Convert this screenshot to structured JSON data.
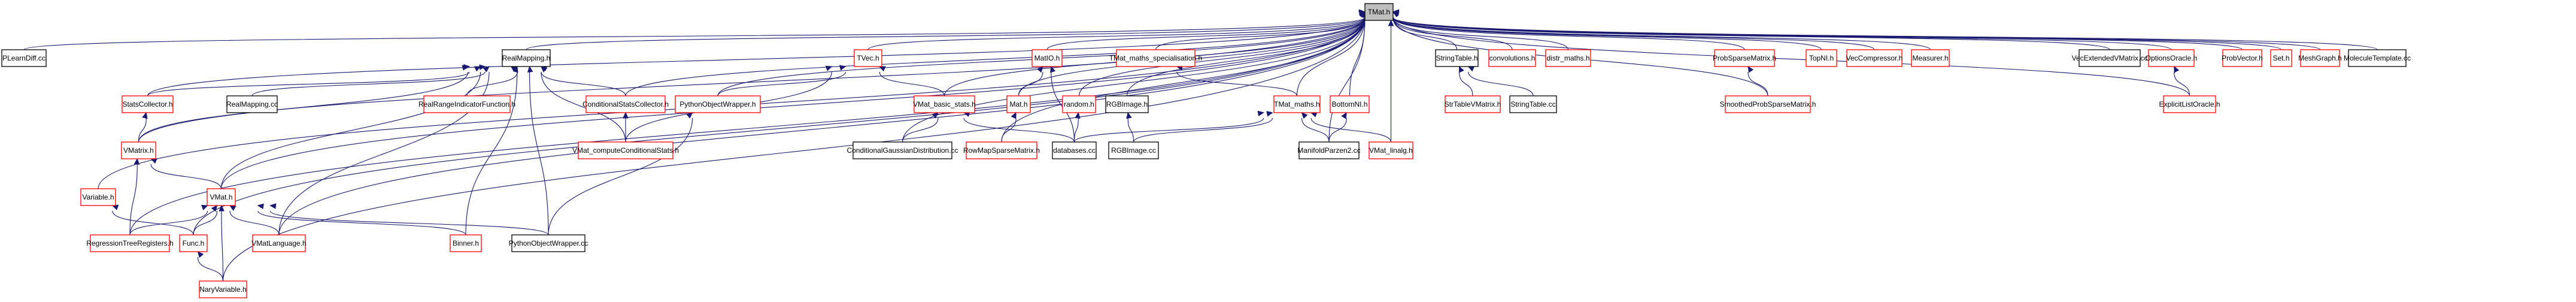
{
  "diagram": {
    "type": "include-dependency-graph",
    "root": "TMat.h",
    "colors": {
      "edge": "#191970",
      "root_fill": "#bfbfbf",
      "root_border": "#000000",
      "documented_border": "#000000",
      "undocumented_border": "#ff0000",
      "node_fill": "#ffffff"
    },
    "nodes": [
      {
        "id": "TMat.h",
        "label": "TMat.h",
        "style": "root"
      },
      {
        "id": "PLearnDiff.cc",
        "label": "PLearnDiff.cc",
        "style": "black"
      },
      {
        "id": "RealMapping.h",
        "label": "RealMapping.h",
        "style": "black"
      },
      {
        "id": "TVec.h",
        "label": "TVec.h",
        "style": "red"
      },
      {
        "id": "MatIO.h",
        "label": "MatIO.h",
        "style": "red"
      },
      {
        "id": "TMat_maths_specialisation.h",
        "label": "TMat_maths_specialisation.h",
        "style": "red"
      },
      {
        "id": "StringTable.h",
        "label": "StringTable.h",
        "style": "black"
      },
      {
        "id": "convolutions.h",
        "label": "convolutions.h",
        "style": "red"
      },
      {
        "id": "distr_maths.h",
        "label": "distr_maths.h",
        "style": "red"
      },
      {
        "id": "ProbSparseMatrix.h",
        "label": "ProbSparseMatrix.h",
        "style": "red"
      },
      {
        "id": "TopNI.h",
        "label": "TopNI.h",
        "style": "red"
      },
      {
        "id": "VecCompressor.h",
        "label": "VecCompressor.h",
        "style": "red"
      },
      {
        "id": "Measurer.h",
        "label": "Measurer.h",
        "style": "red"
      },
      {
        "id": "VecExtendedVMatrix.cc",
        "label": "VecExtendedVMatrix.cc",
        "style": "black"
      },
      {
        "id": "OptionsOracle.h",
        "label": "OptionsOracle.h",
        "style": "red"
      },
      {
        "id": "ProbVector.h",
        "label": "ProbVector.h",
        "style": "red"
      },
      {
        "id": "Set.h",
        "label": "Set.h",
        "style": "red"
      },
      {
        "id": "MeshGraph.h",
        "label": "MeshGraph.h",
        "style": "red"
      },
      {
        "id": "MoleculeTemplate.cc",
        "label": "MoleculeTemplate.cc",
        "style": "black"
      },
      {
        "id": "StatsCollector.h",
        "label": "StatsCollector.h",
        "style": "red"
      },
      {
        "id": "RealMapping.cc",
        "label": "RealMapping.cc",
        "style": "black"
      },
      {
        "id": "RealRangeIndicatorFunction.h",
        "label": "RealRangeIndicatorFunction.h",
        "style": "red"
      },
      {
        "id": "ConditionalStatsCollector.h",
        "label": "ConditionalStatsCollector.h",
        "style": "red"
      },
      {
        "id": "PythonObjectWrapper.h",
        "label": "PythonObjectWrapper.h",
        "style": "red"
      },
      {
        "id": "VMat_basic_stats.h",
        "label": "VMat_basic_stats.h",
        "style": "red"
      },
      {
        "id": "Mat.h",
        "label": "Mat.h",
        "style": "red"
      },
      {
        "id": "random.h",
        "label": "random.h",
        "style": "red"
      },
      {
        "id": "RGBImage.h",
        "label": "RGBImage.h",
        "style": "black"
      },
      {
        "id": "TMat_maths.h",
        "label": "TMat_maths.h",
        "style": "red"
      },
      {
        "id": "BottomNI.h",
        "label": "BottomNI.h",
        "style": "red"
      },
      {
        "id": "StrTableVMatrix.h",
        "label": "StrTableVMatrix.h",
        "style": "red"
      },
      {
        "id": "StringTable.cc",
        "label": "StringTable.cc",
        "style": "black"
      },
      {
        "id": "SmoothedProbSparseMatrix.h",
        "label": "SmoothedProbSparseMatrix.h",
        "style": "red"
      },
      {
        "id": "ExplicitListOracle.h",
        "label": "ExplicitListOracle.h",
        "style": "red"
      },
      {
        "id": "VMatrix.h",
        "label": "VMatrix.h",
        "style": "red"
      },
      {
        "id": "VMat_computeConditionalStats.h",
        "label": "VMat_computeConditionalStats.h",
        "style": "red"
      },
      {
        "id": "ConditionalGaussianDistribution.cc",
        "label": "ConditionalGaussianDistribution.cc",
        "style": "black"
      },
      {
        "id": "RowMapSparseMatrix.h",
        "label": "RowMapSparseMatrix.h",
        "style": "red"
      },
      {
        "id": "databases.cc",
        "label": "databases.cc",
        "style": "black"
      },
      {
        "id": "RGBImage.cc",
        "label": "RGBImage.cc",
        "style": "black"
      },
      {
        "id": "ManifoldParzen2.cc",
        "label": "ManifoldParzen2.cc",
        "style": "black"
      },
      {
        "id": "VMat_linalg.h",
        "label": "VMat_linalg.h",
        "style": "red"
      },
      {
        "id": "Variable.h",
        "label": "Variable.h",
        "style": "red"
      },
      {
        "id": "VMat.h",
        "label": "VMat.h",
        "style": "red"
      },
      {
        "id": "RegressionTreeRegisters.h",
        "label": "RegressionTreeRegisters.h",
        "style": "red"
      },
      {
        "id": "Func.h",
        "label": "Func.h",
        "style": "red"
      },
      {
        "id": "VMatLanguage.h",
        "label": "VMatLanguage.h",
        "style": "red"
      },
      {
        "id": "Binner.h",
        "label": "Binner.h",
        "style": "red"
      },
      {
        "id": "PythonObjectWrapper.cc",
        "label": "PythonObjectWrapper.cc",
        "style": "black"
      },
      {
        "id": "NaryVariable.h",
        "label": "NaryVariable.h",
        "style": "red"
      }
    ],
    "edges": [
      [
        "PLearnDiff.cc",
        "TMat.h"
      ],
      [
        "RealMapping.h",
        "TMat.h"
      ],
      [
        "TVec.h",
        "TMat.h"
      ],
      [
        "MatIO.h",
        "TMat.h"
      ],
      [
        "TMat_maths_specialisation.h",
        "TMat.h"
      ],
      [
        "StringTable.h",
        "TMat.h"
      ],
      [
        "convolutions.h",
        "TMat.h"
      ],
      [
        "distr_maths.h",
        "TMat.h"
      ],
      [
        "ProbSparseMatrix.h",
        "TMat.h"
      ],
      [
        "TopNI.h",
        "TMat.h"
      ],
      [
        "VecCompressor.h",
        "TMat.h"
      ],
      [
        "Measurer.h",
        "TMat.h"
      ],
      [
        "VecExtendedVMatrix.cc",
        "TMat.h"
      ],
      [
        "OptionsOracle.h",
        "TMat.h"
      ],
      [
        "ProbVector.h",
        "TMat.h"
      ],
      [
        "Set.h",
        "TMat.h"
      ],
      [
        "MeshGraph.h",
        "TMat.h"
      ],
      [
        "MoleculeTemplate.cc",
        "TMat.h"
      ],
      [
        "StatsCollector.h",
        "TMat.h"
      ],
      [
        "ConditionalStatsCollector.h",
        "TMat.h"
      ],
      [
        "PythonObjectWrapper.h",
        "TMat.h"
      ],
      [
        "VMat_basic_stats.h",
        "TMat.h"
      ],
      [
        "Mat.h",
        "TMat.h"
      ],
      [
        "random.h",
        "TMat.h"
      ],
      [
        "RGBImage.h",
        "TMat.h"
      ],
      [
        "TMat_maths.h",
        "TMat.h"
      ],
      [
        "BottomNI.h",
        "TMat.h"
      ],
      [
        "SmoothedProbSparseMatrix.h",
        "TMat.h"
      ],
      [
        "ExplicitListOracle.h",
        "TMat.h"
      ],
      [
        "VMatrix.h",
        "TMat.h"
      ],
      [
        "ConditionalGaussianDistribution.cc",
        "TMat.h"
      ],
      [
        "RowMapSparseMatrix.h",
        "TMat.h"
      ],
      [
        "ManifoldParzen2.cc",
        "TMat.h"
      ],
      [
        "VMat_linalg.h",
        "TMat.h"
      ],
      [
        "Variable.h",
        "TMat.h"
      ],
      [
        "VMat.h",
        "TMat.h"
      ],
      [
        "RegressionTreeRegisters.h",
        "TMat.h"
      ],
      [
        "Func.h",
        "TMat.h"
      ],
      [
        "VMatLanguage.h",
        "TMat.h"
      ],
      [
        "NaryVariable.h",
        "TMat.h"
      ],
      [
        "StatsCollector.h",
        "RealMapping.h"
      ],
      [
        "RealMapping.cc",
        "RealMapping.h"
      ],
      [
        "RealRangeIndicatorFunction.h",
        "RealMapping.h"
      ],
      [
        "ConditionalStatsCollector.h",
        "RealMapping.h"
      ],
      [
        "VMat_computeConditionalStats.h",
        "RealMapping.h"
      ],
      [
        "VMatrix.h",
        "RealMapping.h"
      ],
      [
        "VMat.h",
        "RealMapping.h"
      ],
      [
        "VMatLanguage.h",
        "RealMapping.h"
      ],
      [
        "Binner.h",
        "RealMapping.h"
      ],
      [
        "PythonObjectWrapper.cc",
        "RealMapping.h"
      ],
      [
        "PythonObjectWrapper.h",
        "TVec.h"
      ],
      [
        "VMat_basic_stats.h",
        "TVec.h"
      ],
      [
        "VMat_computeConditionalStats.h",
        "TVec.h"
      ],
      [
        "Mat.h",
        "MatIO.h"
      ],
      [
        "databases.cc",
        "MatIO.h"
      ],
      [
        "TMat_maths.h",
        "TMat_maths_specialisation.h"
      ],
      [
        "StrTableVMatrix.h",
        "StringTable.h"
      ],
      [
        "StringTable.cc",
        "StringTable.h"
      ],
      [
        "SmoothedProbSparseMatrix.h",
        "ProbSparseMatrix.h"
      ],
      [
        "ExplicitListOracle.h",
        "OptionsOracle.h"
      ],
      [
        "VMatrix.h",
        "StatsCollector.h"
      ],
      [
        "VMat_computeConditionalStats.h",
        "ConditionalStatsCollector.h"
      ],
      [
        "PythonObjectWrapper.cc",
        "PythonObjectWrapper.h"
      ],
      [
        "ConditionalGaussianDistribution.cc",
        "VMat_basic_stats.h"
      ],
      [
        "databases.cc",
        "VMat_basic_stats.h"
      ],
      [
        "RowMapSparseMatrix.h",
        "Mat.h"
      ],
      [
        "databases.cc",
        "random.h"
      ],
      [
        "RGBImage.cc",
        "RGBImage.h"
      ],
      [
        "databases.cc",
        "TMat_maths.h"
      ],
      [
        "RGBImage.cc",
        "TMat_maths.h"
      ],
      [
        "ManifoldParzen2.cc",
        "TMat_maths.h"
      ],
      [
        "VMat_linalg.h",
        "TMat_maths.h"
      ],
      [
        "ManifoldParzen2.cc",
        "BottomNI.h"
      ],
      [
        "VMat.h",
        "VMatrix.h"
      ],
      [
        "RegressionTreeRegisters.h",
        "VMatrix.h"
      ],
      [
        "Func.h",
        "Variable.h"
      ],
      [
        "RegressionTreeRegisters.h",
        "VMat.h"
      ],
      [
        "Func.h",
        "VMat.h"
      ],
      [
        "VMatLanguage.h",
        "VMat.h"
      ],
      [
        "Binner.h",
        "VMat.h"
      ],
      [
        "PythonObjectWrapper.cc",
        "VMat.h"
      ],
      [
        "NaryVariable.h",
        "VMat.h"
      ],
      [
        "NaryVariable.h",
        "Func.h"
      ]
    ]
  }
}
